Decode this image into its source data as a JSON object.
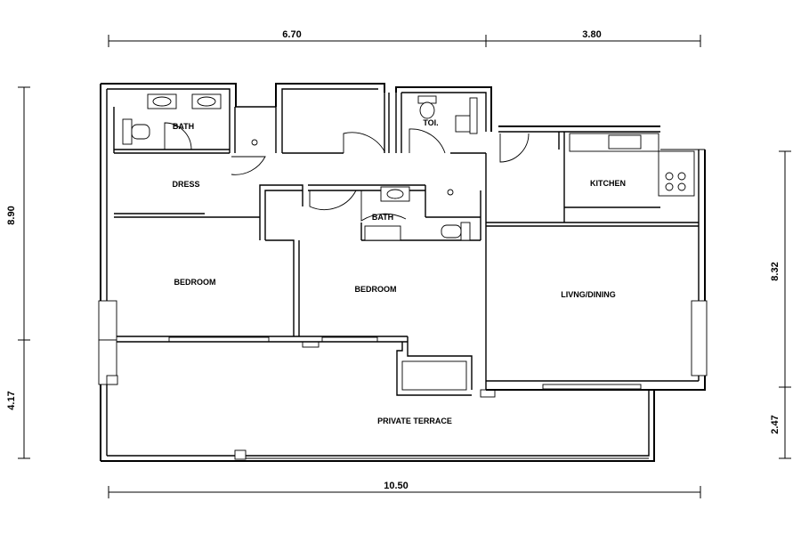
{
  "dimensions": {
    "top_left": "6.70",
    "top_right": "3.80",
    "bottom": "10.50",
    "left_upper": "8.90",
    "left_lower": "4.17",
    "right_upper": "8.32",
    "right_lower": "2.47"
  },
  "rooms": {
    "bath_master": "BATH",
    "toilet": "TOI.",
    "dress": "DRESS",
    "bath_second": "BATH",
    "kitchen": "KITCHEN",
    "bedroom_master": "BEDROOM",
    "bedroom_second": "BEDROOM",
    "living_dining": "LIVNG/DINING",
    "private_terrace": "PRIVATE TERRACE"
  }
}
